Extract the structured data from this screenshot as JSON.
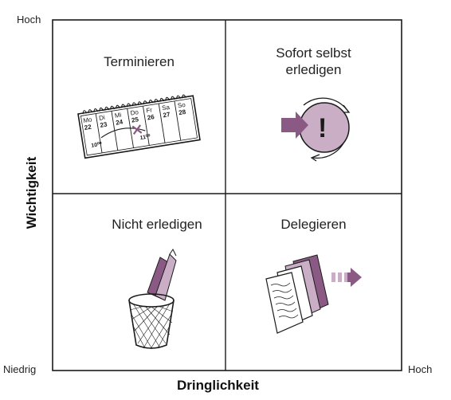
{
  "axes": {
    "y_high": "Hoch",
    "y_low": "Niedrig",
    "x_high": "Hoch",
    "y_title": "Wichtigkeit",
    "x_title": "Dringlichkeit"
  },
  "quadrants": {
    "top_left": {
      "title": "Terminieren"
    },
    "top_right": {
      "title_line1": "Sofort selbst",
      "title_line2": "erledigen"
    },
    "bottom_left": {
      "title": "Nicht erledigen"
    },
    "bottom_right": {
      "title": "Delegieren"
    }
  },
  "calendar": {
    "days": [
      {
        "name": "Mo",
        "date": "22"
      },
      {
        "name": "Di",
        "date": "23"
      },
      {
        "name": "Mi",
        "date": "24"
      },
      {
        "name": "Do",
        "date": "25"
      },
      {
        "name": "Fr",
        "date": "26"
      },
      {
        "name": "Sa",
        "date": "27"
      },
      {
        "name": "So",
        "date": "28"
      }
    ],
    "note1": "10⁰⁰",
    "note2": "11⁰⁰"
  },
  "urgent_symbol": "!",
  "colors": {
    "accent": "#8a5a84",
    "accent_light": "#c9aec6",
    "line": "#1a1a1a"
  }
}
